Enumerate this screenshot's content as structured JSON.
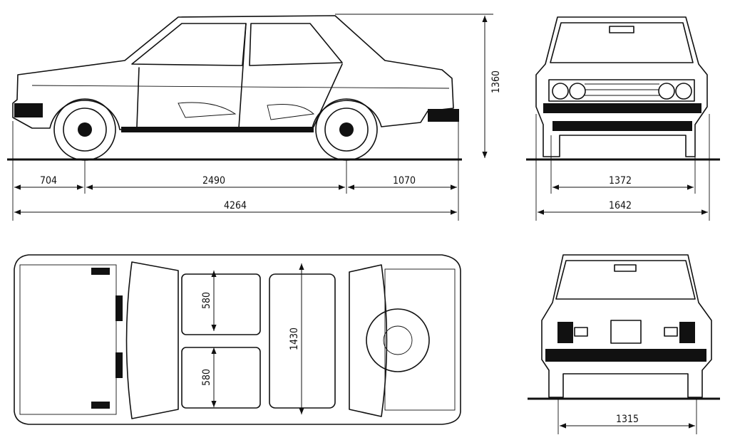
{
  "side_view": {
    "front_overhang": "704",
    "wheelbase": "2490",
    "rear_overhang": "1070",
    "overall_length": "4264",
    "height": "1360"
  },
  "front_view": {
    "front_track": "1372",
    "overall_width": "1642"
  },
  "top_view": {
    "front_seat_depth": "580",
    "rear_seat_depth": "580",
    "interior_width": "1430"
  },
  "rear_view": {
    "rear_track": "1315"
  }
}
